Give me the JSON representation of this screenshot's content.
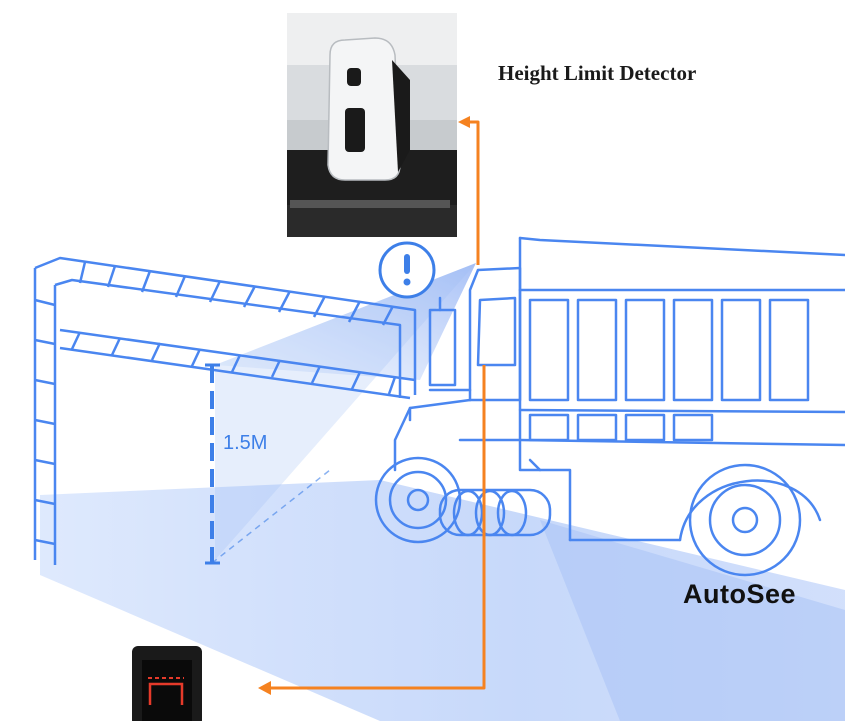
{
  "detector_label": "Height Limit Detector",
  "brand": "AutoSee",
  "height_limit": "1.5M",
  "colors": {
    "outline": "#4a86f0",
    "beam": "#8fb2f3",
    "arrow": "#f58220",
    "warning": "#3d7fe8",
    "display_red": "#e53a2a"
  },
  "icons": {
    "warning": "exclamation-circle-icon",
    "camera": "height-sensor-camera",
    "display": "in-cab-alert-display"
  }
}
